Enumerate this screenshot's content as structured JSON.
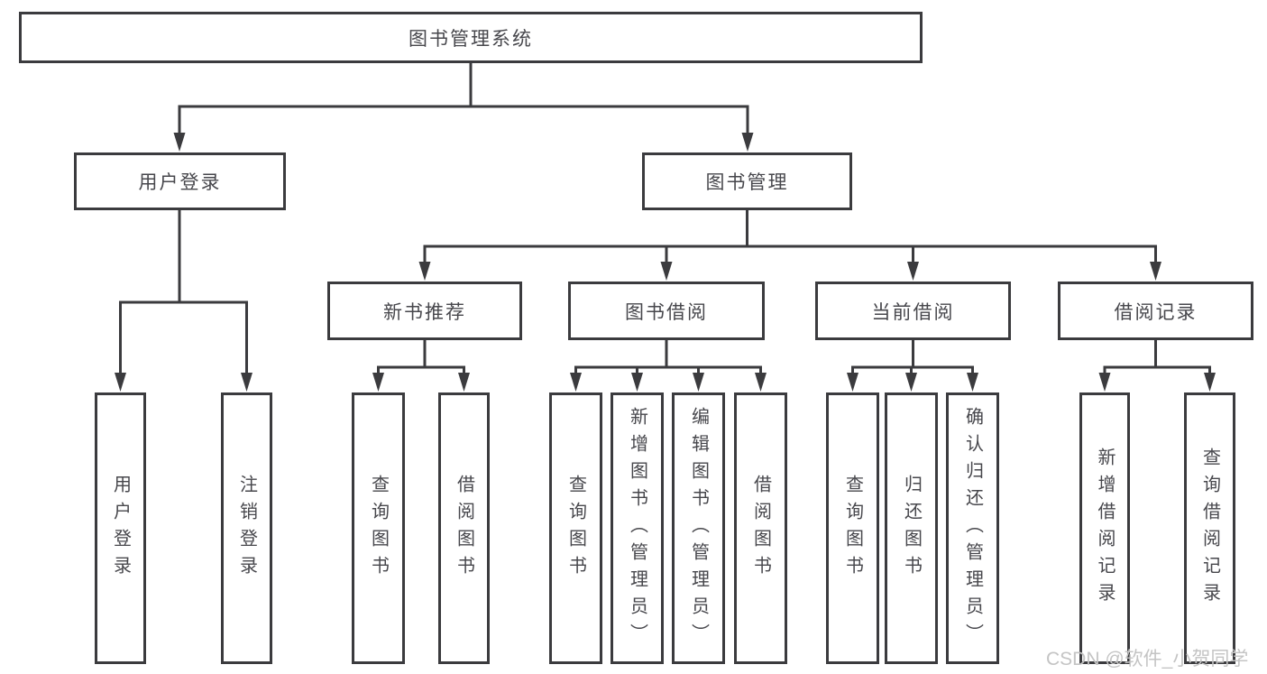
{
  "diagram": {
    "root_label": "图书管理系统",
    "branches": [
      {
        "label": "用户登录",
        "children": [
          {
            "label": "用户登录"
          },
          {
            "label": "注销登录"
          }
        ]
      },
      {
        "label": "图书管理",
        "children": [
          {
            "label": "新书推荐",
            "children": [
              {
                "label": "查询图书"
              },
              {
                "label": "借阅图书"
              }
            ]
          },
          {
            "label": "图书借阅",
            "children": [
              {
                "label": "查询图书"
              },
              {
                "label": "新增图书（管理员）"
              },
              {
                "label": "编辑图书（管理员）"
              },
              {
                "label": "借阅图书"
              }
            ]
          },
          {
            "label": "当前借阅",
            "children": [
              {
                "label": "查询图书"
              },
              {
                "label": "归还图书"
              },
              {
                "label": "确认归还（管理员）"
              }
            ]
          },
          {
            "label": "借阅记录",
            "children": [
              {
                "label": "新增借阅记录"
              },
              {
                "label": "查询借阅记录"
              }
            ]
          }
        ]
      }
    ]
  },
  "colors": {
    "line": "#3b3b3e",
    "text": "#47474c",
    "watermark": "#c4c4c4",
    "background": "#ffffff"
  },
  "watermark": {
    "text": "CSDN @软件_小贺同学"
  }
}
